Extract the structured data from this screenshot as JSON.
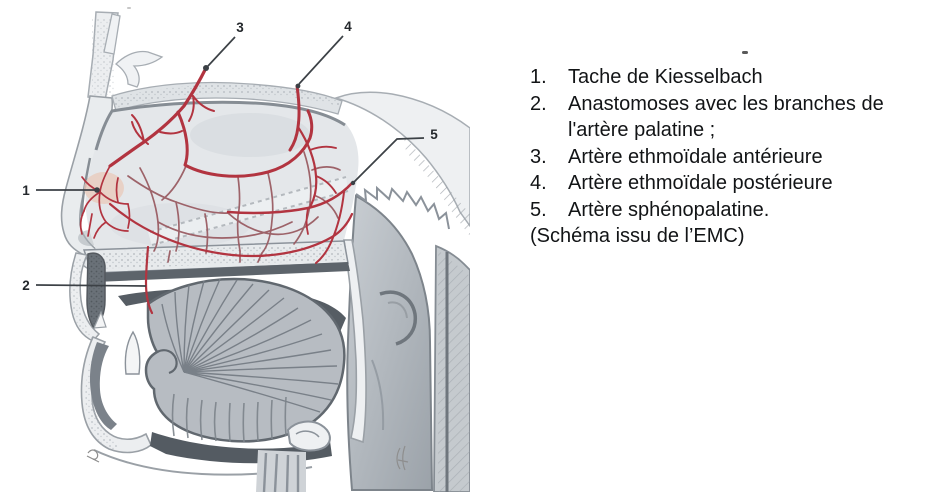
{
  "figure": {
    "alt": "Coupe sagittale de la cloison nasale montrant la vascularisation arterielle",
    "numbers": [
      {
        "label": "1"
      },
      {
        "label": "2"
      },
      {
        "label": "3"
      },
      {
        "label": "4"
      },
      {
        "label": "5"
      }
    ],
    "colors": {
      "artery": "#b23440",
      "artery_dark": "#9a5c63",
      "leader": "#3c4146",
      "label": "#24282c",
      "blush": "#eac9ba"
    }
  },
  "legend": {
    "items": [
      {
        "num": "1.",
        "text": "Tache de Kiesselbach"
      },
      {
        "num": "2.",
        "text": "Anastomoses avec les branches de l'artère palatine ;"
      },
      {
        "num": "3.",
        "text": "Artère ethmoïdale antérieure"
      },
      {
        "num": "4.",
        "text": "Artère ethmoïdale postérieure"
      },
      {
        "num": "5.",
        "text": "Artère sphénopalatine."
      }
    ],
    "source_note": "(Schéma issu de l’EMC)"
  }
}
